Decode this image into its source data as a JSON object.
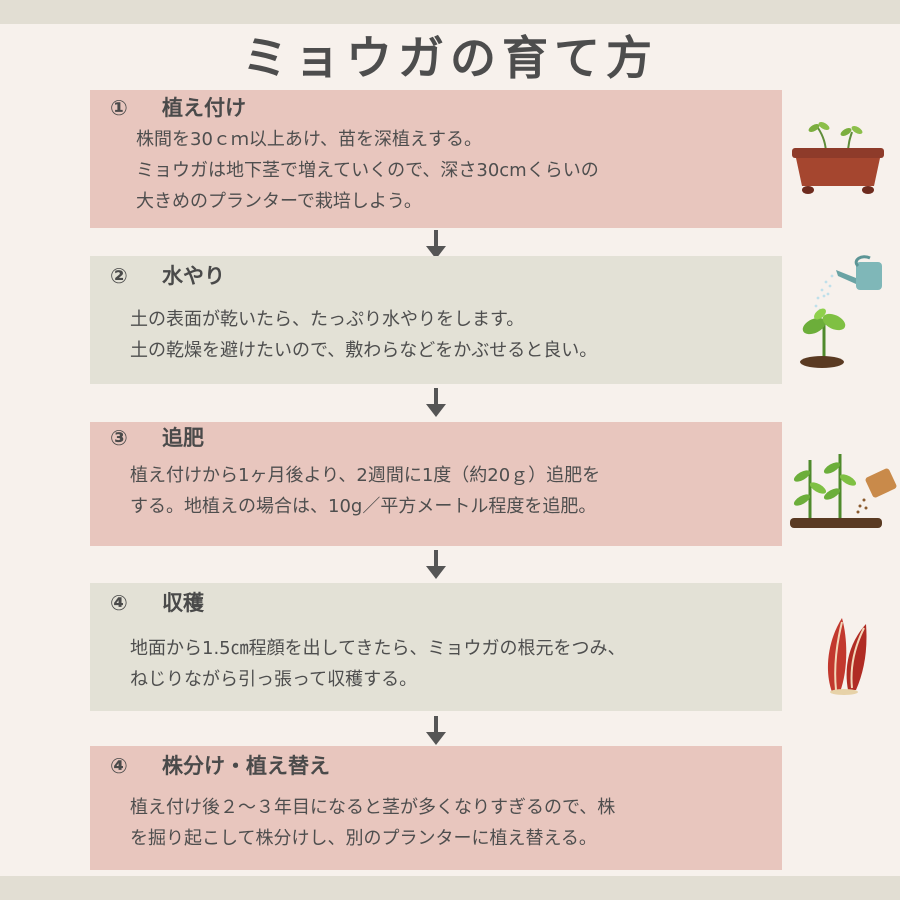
{
  "title": "ミョウガの育て方",
  "steps": [
    {
      "num": "①",
      "heading": "植え付け",
      "lines": [
        "株間を30ｃｍ以上あけ、苗を深植えする。",
        "ミョウガは地下茎で増えていくので、深さ30cmくらいの",
        "大きめのプランターで栽培しよう。"
      ]
    },
    {
      "num": "②",
      "heading": "水やり",
      "lines": [
        "土の表面が乾いたら、たっぷり水やりをします。",
        "土の乾燥を避けたいので、敷わらなどをかぶせると良い。"
      ]
    },
    {
      "num": "③",
      "heading": "追肥",
      "lines": [
        "植え付けから1ヶ月後より、2週間に1度（約20ｇ）追肥を",
        "する。地植えの場合は、10g／平方メートル程度を追肥。"
      ]
    },
    {
      "num": "④",
      "heading": "収穫",
      "lines": [
        "地面から1.5㎝程顔を出してきたら、ミョウガの根元をつみ、",
        "ねじりながら引っ張って収穫する。"
      ]
    },
    {
      "num": "④",
      "heading": "株分け・植え替え",
      "lines": [
        "植え付け後２～３年目になると茎が多くなりすぎるので、株",
        "を掘り起こして株分けし、別のプランターに植え替える。"
      ]
    }
  ],
  "icons": [
    "planter-seedling-icon",
    "watering-can-sprout-icon",
    "fertilizer-seedlings-icon",
    "myoga-harvest-icon"
  ],
  "colors": {
    "pink_box": "#e8c6be",
    "grey_box": "#e3e1d6",
    "background": "#f7f1ec",
    "arrow": "#555555"
  }
}
